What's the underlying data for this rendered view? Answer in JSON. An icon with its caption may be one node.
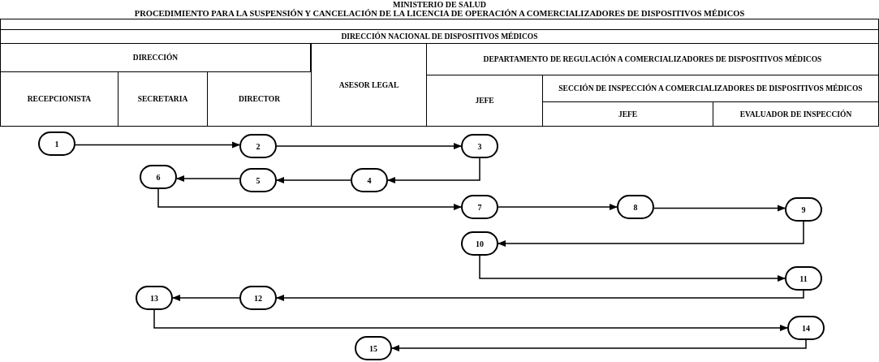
{
  "diagram": {
    "title": "PROCEDIMIENTO PARA LA SUSPENSIÓN Y CANCELACIÓN DE LA LICENCIA DE OPERACIÓN A COMERCIALIZADORES DE DISPOSITIVOS MÉDICOS",
    "nodes": [
      {
        "text": [
          "1"
        ]
      },
      {
        "text": [
          "2"
        ]
      },
      {
        "text": [
          "3"
        ]
      },
      {
        "text": [
          "4"
        ]
      },
      {
        "text": [
          "5"
        ]
      },
      {
        "text": [
          "6"
        ]
      },
      {
        "text": [
          "7"
        ]
      },
      {
        "text": [
          "8"
        ]
      },
      {
        "text": [
          "9"
        ]
      },
      {
        "text": [
          "10"
        ]
      },
      {
        "text": [
          "11"
        ]
      },
      {
        "text": [
          "12"
        ]
      },
      {
        "text": [
          "13"
        ]
      },
      {
        "text": [
          "14"
        ]
      },
      {
        "text": [
          "15"
        ]
      }
    ],
    "edges": [
      {
        "from": 0,
        "to": 1,
        "arrow": "to"
      },
      {
        "from": 1,
        "to": 2,
        "arrow": "to"
      },
      {
        "from": 2,
        "to": 3,
        "arrow": "to"
      },
      {
        "from": 3,
        "to": 4,
        "arrow": "to"
      },
      {
        "from": 4,
        "to": 5,
        "arrow": "to"
      },
      {
        "from": 5,
        "to": 6,
        "arrow": "to"
      },
      {
        "from": 6,
        "to": 7,
        "arrow": "to"
      },
      {
        "from": 7,
        "to": 8,
        "arrow": "to"
      },
      {
        "from": 8,
        "to": 9,
        "arrow": "to"
      },
      {
        "from": 9,
        "to": 10,
        "arrow": "to"
      },
      {
        "from": 10,
        "to": 11,
        "arrow": "to"
      },
      {
        "from": 11,
        "to": 12,
        "arrow": "to"
      },
      {
        "from": 12,
        "to": 13,
        "arrow": "to"
      },
      {
        "from": 13,
        "to": 14,
        "arrow": "to"
      }
    ],
    "labels": [
      "MINISTERIO DE SALUD",
      "DIRECCIÓN NACIONAL DE DISPOSITIVOS MÉDICOS",
      "DIRECCIÓN",
      "RECEPCIONISTA",
      "SECRETARIA",
      "DIRECTOR",
      "ASESOR LEGAL",
      "DEPARTAMENTO DE REGULACIÓN A COMERCIALIZADORES DE DISPOSITIVOS MÉDICOS",
      "JEFE",
      "SECCIÓN DE INSPECCIÓN A COMERCIALIZADORES DE DISPOSITIVOS MÉDICOS",
      "JEFE",
      "EVALUADOR DE INSPECCIÓN"
    ]
  }
}
